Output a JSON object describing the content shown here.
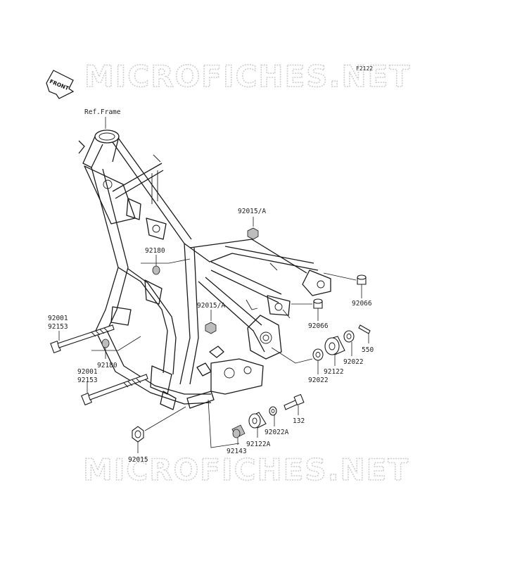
{
  "figure_id": "F2122",
  "watermarks": [
    "MICROFICHES.NET",
    "MICROFICHES.NET"
  ],
  "front_badge": "FRONT",
  "ref_label": "Ref.Frame",
  "parts": {
    "p92015a_top": "92015/A",
    "p92180_upper": "92180",
    "p92066_right": "92066",
    "p92015a_mid": "92015/A",
    "p92066_mid": "92066",
    "p92001_upper": "92001",
    "p92153_upper": "92153",
    "p550": "550",
    "p92022_right": "92022",
    "p92180_lower": "92180",
    "p92122": "92122",
    "p92022_left": "92022",
    "p92001_lower": "92001",
    "p92153_lower": "92153",
    "p132": "132",
    "p92022a": "92022A",
    "p92122a": "92122A",
    "p92143": "92143",
    "p92015": "92015"
  }
}
